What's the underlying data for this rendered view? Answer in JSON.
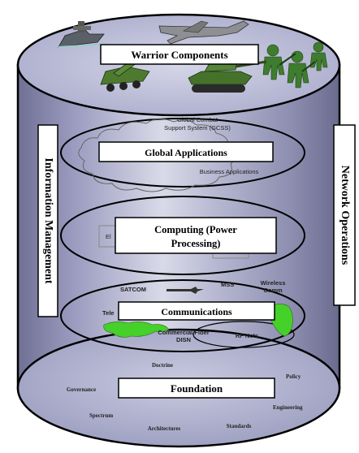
{
  "layers": {
    "warrior": {
      "title": "Warrior Components"
    },
    "global": {
      "title": "Global Applications",
      "cloud_text_line1": "Global Combat",
      "cloud_text_line2": "Support System (GCSS)",
      "business": "Business Applications"
    },
    "computing": {
      "title_line1": "Computing (Power",
      "title_line2": "Processing)",
      "el_fragment": "El"
    },
    "communications": {
      "title": "Communications",
      "satcom": "SATCOM",
      "mss": "MSS",
      "wireless_line1": "Wireless",
      "wireless_line2": "Comm",
      "tele": "Tele",
      "commercial_line1": "Commercial Fiber",
      "commercial_line2": "DISN",
      "rfnets": "RF Nets"
    },
    "foundation": {
      "title": "Foundation",
      "items": {
        "doctrine": "Doctrine",
        "policy": "Policy",
        "governance": "Governance",
        "engineering": "Engineering",
        "spectrum": "Spectrum",
        "architectures": "Architectures",
        "standards": "Standards"
      }
    }
  },
  "side_labels": {
    "left": "Information Management",
    "right": "Network Operations"
  },
  "colors": {
    "cylinder_side": "#8f90b4",
    "top_ellipse": "#b9bbd6",
    "foundation_ellipse": "#b3b5d2",
    "green_land": "#46d02a"
  }
}
